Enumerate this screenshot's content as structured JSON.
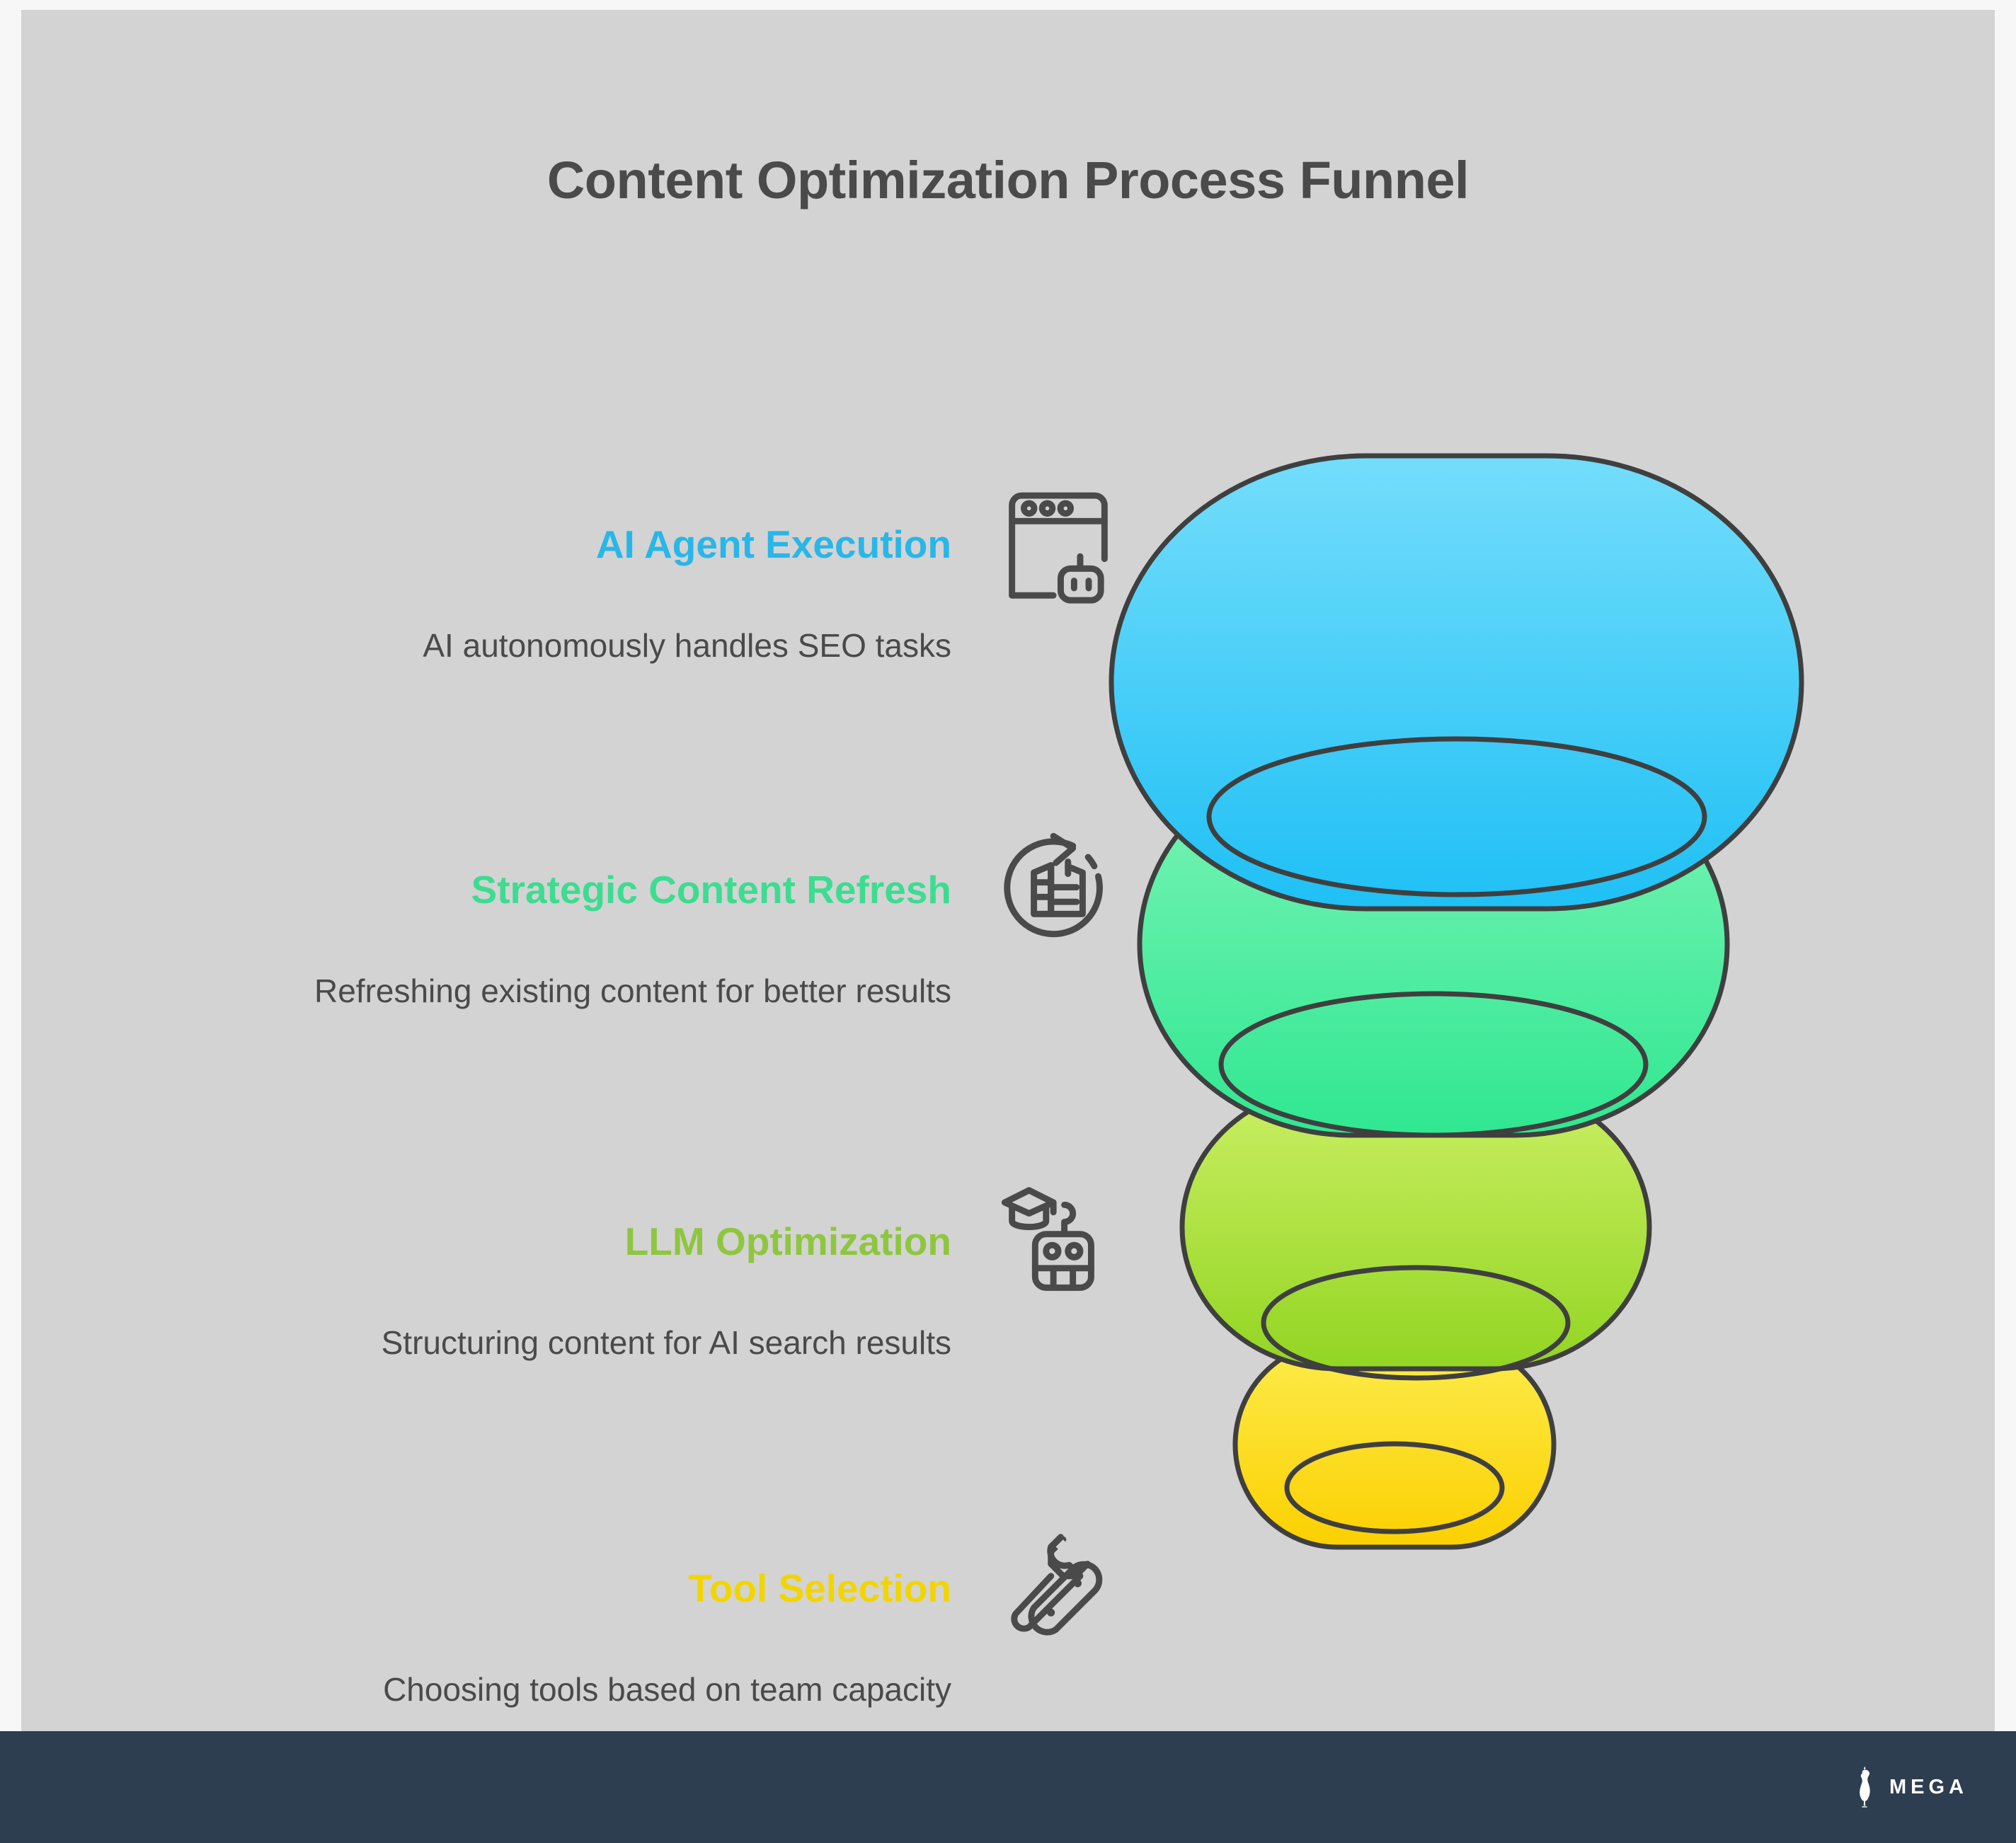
{
  "page": {
    "title": "Content Optimization Process Funnel",
    "background_color": "#d3d3d3",
    "outer_color": "#f7f7f7",
    "text_color": "#4a4a4a"
  },
  "stages": [
    {
      "label": "AI Agent Execution",
      "description": "AI autonomously handles SEO tasks",
      "color": "#29b6e8",
      "funnel_color_top": "#6fdcfb",
      "funnel_color_bottom": "#22c1f5",
      "icon": "browser-robot-icon"
    },
    {
      "label": "Strategic Content Refresh",
      "description": "Refreshing existing content for better results",
      "color": "#3ddc91",
      "funnel_color_top": "#78f3b4",
      "funnel_color_bottom": "#35e895",
      "icon": "content-refresh-icon"
    },
    {
      "label": "LLM Optimization",
      "description": "Structuring content for AI search results",
      "color": "#8ec63f",
      "funnel_color_top": "#c8ee61",
      "funnel_color_bottom": "#96d728",
      "icon": "graduate-robot-icon"
    },
    {
      "label": "Tool Selection",
      "description": "Choosing tools based on team capacity",
      "color": "#f2d500",
      "funnel_color_top": "#fdea44",
      "funnel_color_bottom": "#fcd402",
      "icon": "tools-icon"
    }
  ],
  "funnel": {
    "stroke_color": "#3f3f3f",
    "segment_count": 4
  },
  "footer": {
    "background_color": "#2c3e50",
    "brand_name": "MEGA",
    "brand_mark": "statue-figure-icon"
  }
}
